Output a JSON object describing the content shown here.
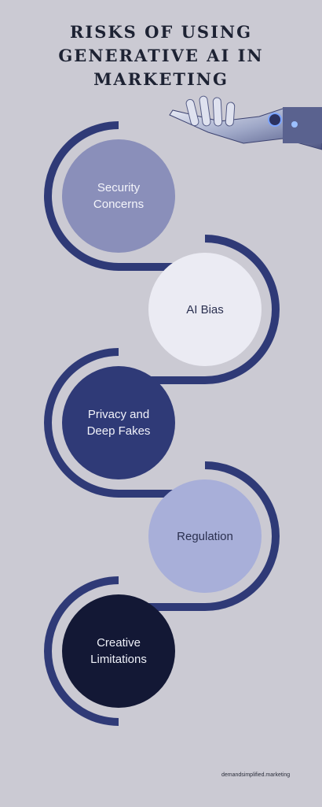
{
  "title": {
    "line1": "RISKS OF USING",
    "line2": "GENERATIVE AI IN",
    "line3": "MARKETING"
  },
  "items": [
    {
      "label": "Security Concerns",
      "color": "#8a8fba"
    },
    {
      "label": "AI Bias",
      "color": "#ebebf3"
    },
    {
      "label": "Privacy and Deep Fakes",
      "color": "#2f3a77"
    },
    {
      "label": "Regulation",
      "color": "#a8afd9"
    },
    {
      "label": "Creative Limitations",
      "color": "#131835"
    }
  ],
  "footer": "demandsimplified.marketing",
  "colors": {
    "background": "#cbcad3",
    "path": "#2f3a77",
    "title": "#1d2233"
  },
  "decoration": "robot-hand-image"
}
